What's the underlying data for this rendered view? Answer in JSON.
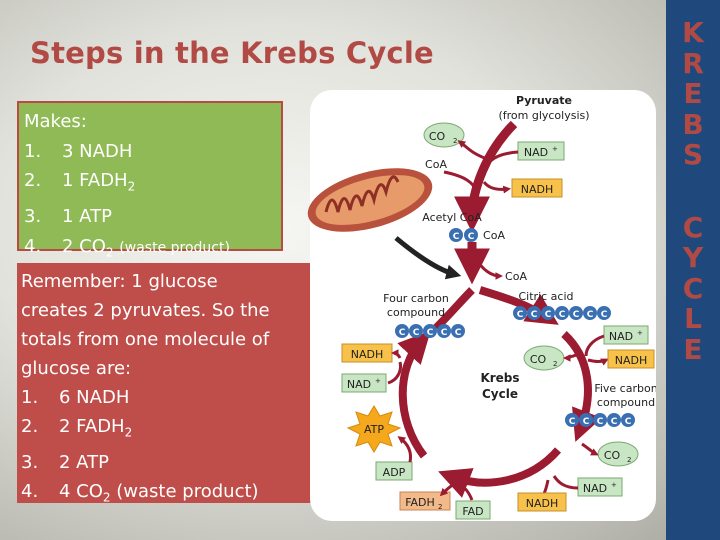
{
  "title": "Steps in the Krebs Cycle",
  "makes": {
    "heading": "Makes:",
    "items": [
      {
        "num": "1.",
        "text": "3 NADH"
      },
      {
        "num": "2.",
        "text": "1 FADH",
        "sub": "2"
      },
      {
        "num": "3.",
        "text": "1 ATP"
      },
      {
        "num": "4.",
        "text": "2 CO",
        "sub": "2",
        "note": "(waste product)"
      }
    ]
  },
  "remember": {
    "lines": [
      "Remember: 1 glucose",
      "creates 2 pyruvates.  So the",
      "totals from one molecule of",
      "glucose are:"
    ],
    "items": [
      {
        "num": "1.",
        "text": "6 NADH"
      },
      {
        "num": "2.",
        "text": "2 FADH",
        "sub": "2"
      },
      {
        "num": "3.",
        "text": "2 ATP"
      },
      {
        "num": "4.",
        "text": "4 CO",
        "sub": "2",
        "tail": " (waste product)"
      }
    ]
  },
  "side_letters_top": [
    "K",
    "R",
    "E",
    "B",
    "S"
  ],
  "side_letters_bottom": [
    "C",
    "Y",
    "C",
    "L",
    "E"
  ],
  "diagram": {
    "pyruvate": "Pyruvate",
    "from_glycolysis": "(from glycolysis)",
    "co2": "CO",
    "co2_sub": "2",
    "coa": "CoA",
    "nad_plus": "NAD",
    "plus": "+",
    "nadh": "NADH",
    "acetyl_coa": "Acetyl CoA",
    "c": "C",
    "four_carbon_1": "Four carbon",
    "compound": "compound",
    "citric_acid": "Citric acid",
    "krebs": "Krebs",
    "cycle": "Cycle",
    "five_carbon_1": "Five carbon",
    "atp": "ATP",
    "adp": "ADP",
    "fadh": "FADH",
    "fadh_sub": "2",
    "fad": "FAD"
  },
  "colors": {
    "title": "#b14a44",
    "green_box": "#8fba55",
    "red_box": "#bf4e4b",
    "side_bar": "#1f497d",
    "arrow": "#9b1b30",
    "nad_box": "#c9e6c4",
    "nadh_box": "#f7c14a",
    "atp_burst": "#f5a81c",
    "fadh_box": "#f2b98a",
    "carbon": "#3a6fb1"
  }
}
